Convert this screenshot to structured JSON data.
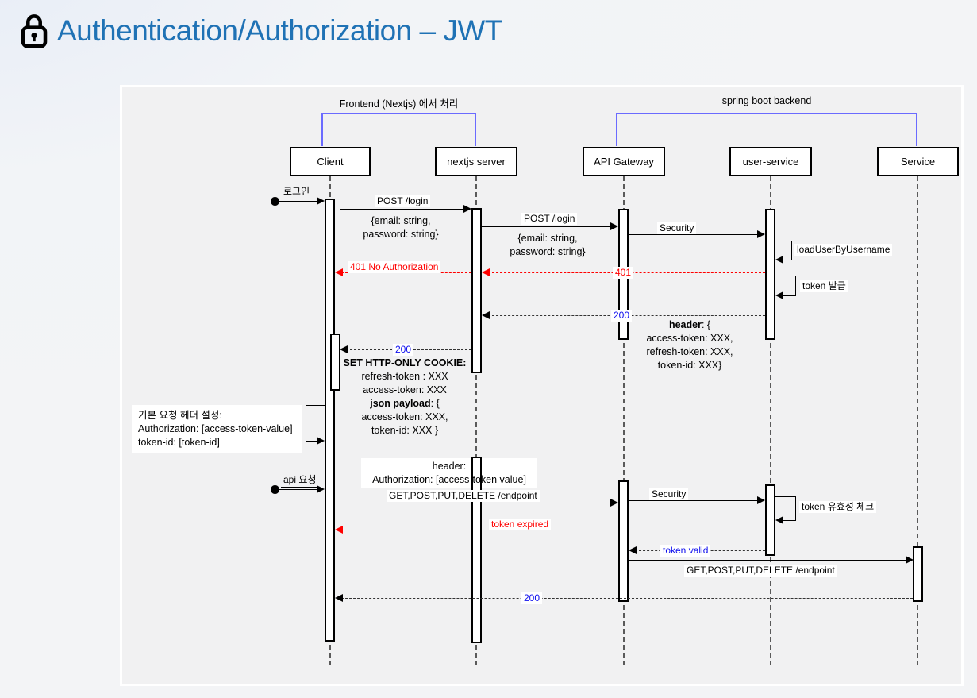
{
  "title": "Authentication/Authorization – JWT",
  "title_icon": "lock-icon",
  "colors": {
    "title": "#1f72b5",
    "bracket": "#6b6bff",
    "red": "#ff0000",
    "blue": "#0f0fee"
  },
  "diagram": {
    "groups": [
      {
        "label": "Frontend (Nextjs) 에서 처리"
      },
      {
        "label": "spring boot backend"
      }
    ],
    "actors": [
      "Client",
      "nextjs server",
      "API Gateway",
      "user-service",
      "Service"
    ],
    "msgs": {
      "login": "로그인",
      "post_login": "POST /login",
      "login_body_1": "{email: string,",
      "login_body_2": "password: string}",
      "security": "Security",
      "load_user": "loadUserByUsername",
      "err_401_full": "401 No Authorization",
      "err_401": "401",
      "token_issue": "token 발급",
      "ok_200": "200",
      "resp_header_bold": "header",
      "resp_header_rest": ": {",
      "resp_header_l1": "access-token: XXX,",
      "resp_header_l2": "refresh-token: XXX,",
      "resp_header_l3": "token-id: XXX}",
      "cookie_title": "SET HTTP-ONLY COOKIE:",
      "cookie_l1": "refresh-token : XXX",
      "cookie_l2": "access-token: XXX",
      "cookie_bold": "json payload",
      "cookie_bold_rest": ": {",
      "cookie_l3": "access-token: XXX,",
      "cookie_l4": "token-id: XXX }",
      "note_title": "기본 요청 헤더 설정:",
      "note_l1": "Authorization: [access-token-value]",
      "note_l2": "token-id: [token-id]",
      "api_request": "api 요청",
      "hdr_box_l1": "header:",
      "hdr_box_l2": "Authorization: [access-token value]",
      "endpoint_call": "GET,POST,PUT,DELETE /endpoint",
      "token_check": "token 유효성 체크",
      "token_expired": "token expired",
      "token_valid": "token valid"
    }
  }
}
